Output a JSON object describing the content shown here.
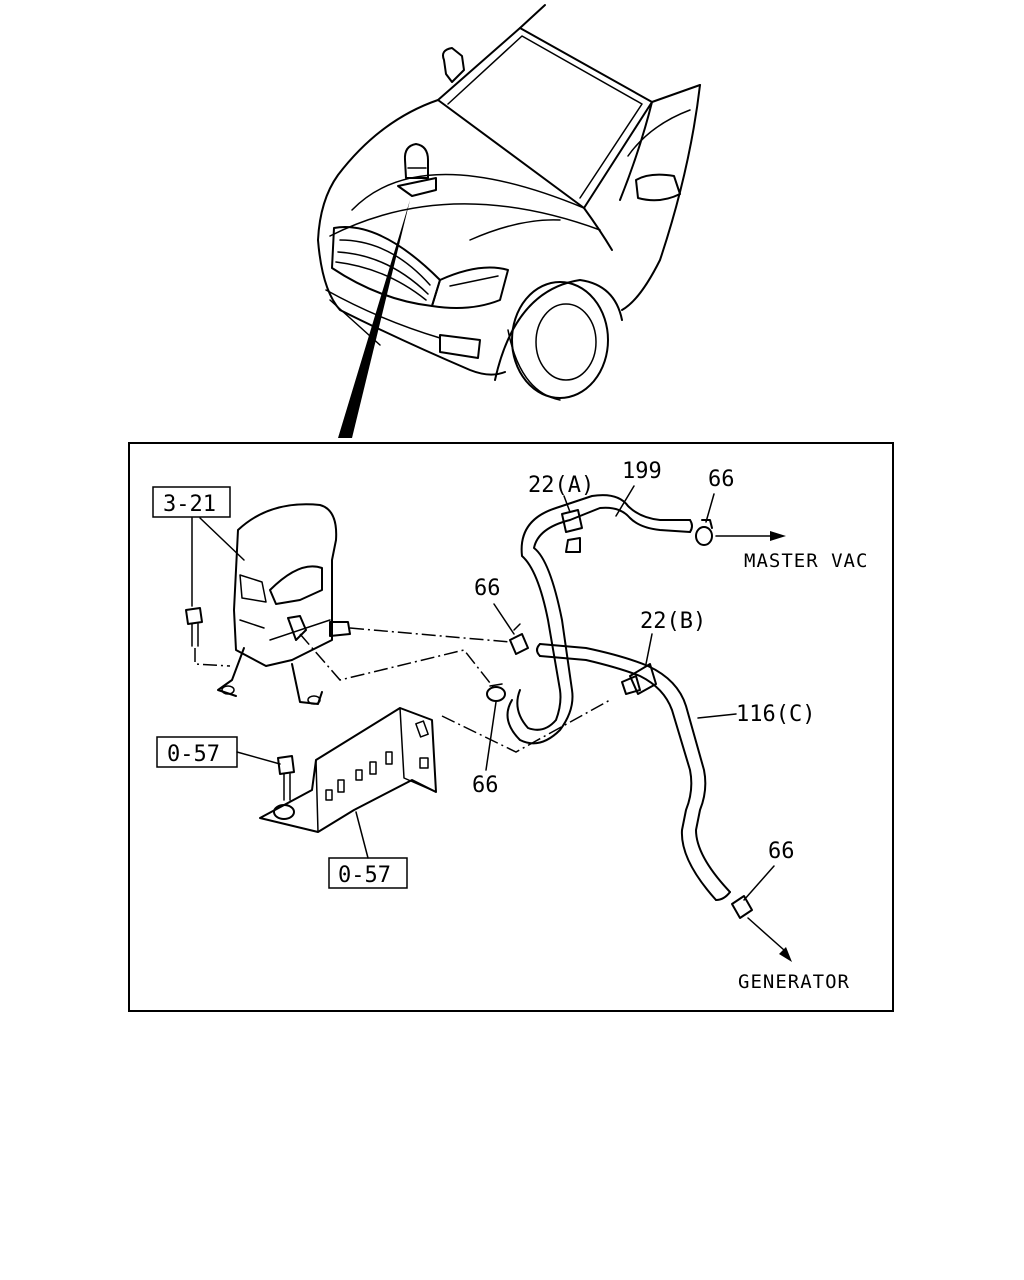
{
  "labels": {
    "ref_3_21": "3-21",
    "ref_0_57_bolt": "0-57",
    "ref_0_57_bracket": "0-57",
    "clip_22a": "22(A)",
    "clip_22b": "22(B)",
    "hose_199": "199",
    "hose_116c": "116(C)",
    "clamp_66_top": "66",
    "clamp_66_mid": "66",
    "clamp_66_low": "66",
    "clamp_66_gen": "66"
  },
  "destinations": {
    "master_vac": "MASTER VAC",
    "generator": "GENERATOR"
  }
}
